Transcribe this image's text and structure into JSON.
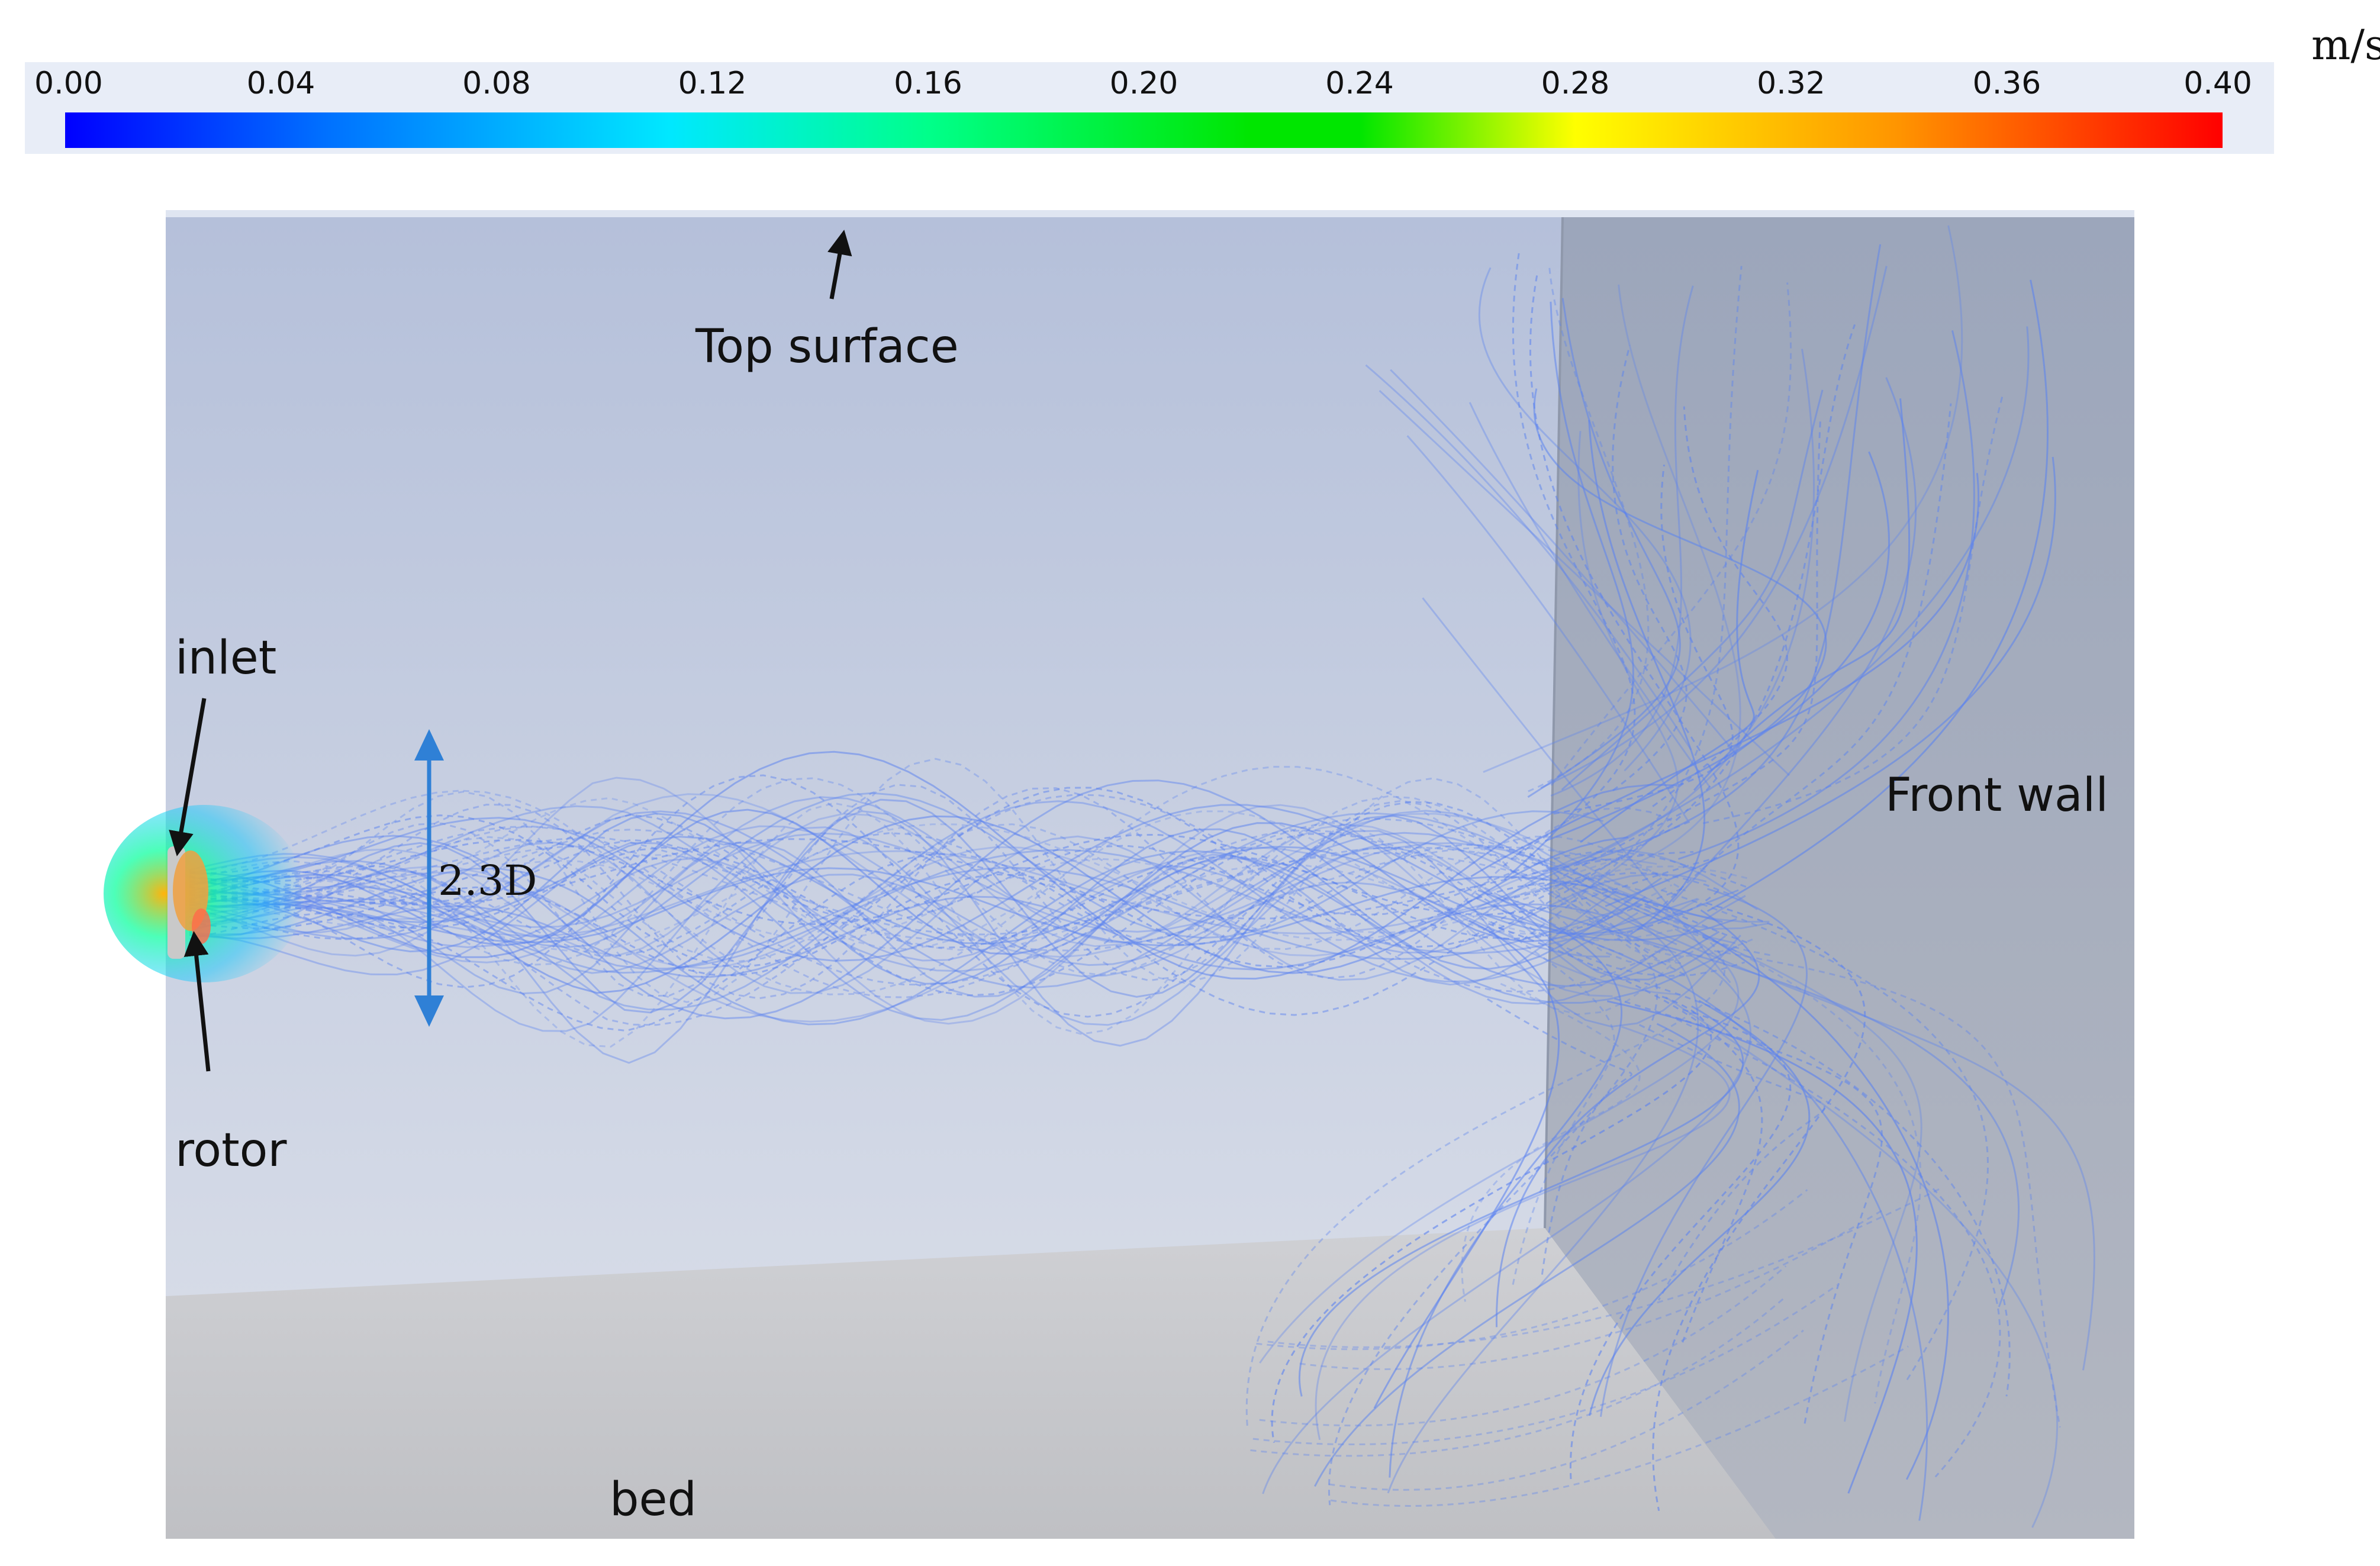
{
  "legend": {
    "unit": "m/s",
    "ticks": [
      "0.00",
      "0.04",
      "0.08",
      "0.12",
      "0.16",
      "0.20",
      "0.24",
      "0.28",
      "0.32",
      "0.36",
      "0.40"
    ],
    "min": 0.0,
    "max": 0.4,
    "colors": [
      "#0000ff",
      "#0070ff",
      "#00e8ff",
      "#00ff8a",
      "#00e600",
      "#00e600",
      "#ffff00",
      "#ff9400",
      "#ff0000"
    ]
  },
  "labels": {
    "top_surface": "Top surface",
    "inlet": "inlet",
    "rotor": "rotor",
    "front_wall": "Front wall",
    "bed": "bed",
    "wake_width": "2.3D"
  },
  "colors": {
    "streamline": "#5a82f0",
    "dimension_arrow": "#2f80d6",
    "annotation": "#111111",
    "tank_back_top": "#b5c0da",
    "tank_back_bottom": "#dde1ea",
    "front_wall": "#a9b1c2",
    "bed": "#c3c4c8"
  }
}
